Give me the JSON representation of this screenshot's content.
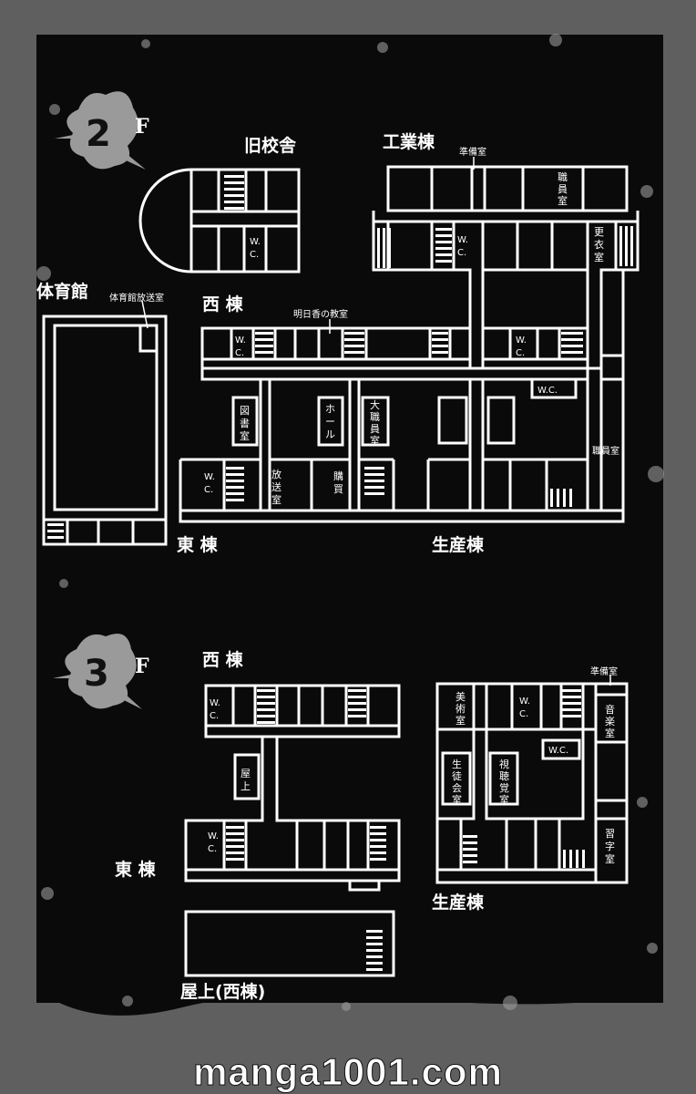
{
  "floor2": {
    "floor_number": "2",
    "floor_letter": "F",
    "buildings": {
      "old_school": "旧校舎",
      "industry": "工業棟",
      "gym": "体育館",
      "west": "西 棟",
      "east": "東 棟",
      "production": "生産棟"
    },
    "rooms": {
      "prep_room": "準備室",
      "staff_room": "職員室",
      "staff_room_v1": "職",
      "staff_room_v2": "員",
      "staff_room_v3": "室",
      "changing_v1": "更",
      "changing_v2": "衣",
      "changing_v3": "室",
      "gym_broadcast": "体育館放送室",
      "asuka_classroom": "明日香の教室",
      "library_v1": "図",
      "library_v2": "書",
      "library_v3": "室",
      "hall_v1": "ホ",
      "hall_v2": "ー",
      "hall_v3": "ル",
      "big_staff_v1": "大",
      "big_staff_v2": "職",
      "big_staff_v3": "員",
      "big_staff_v4": "室",
      "broadcast_v1": "放",
      "broadcast_v2": "送",
      "broadcast_v3": "室",
      "shop_v1": "購",
      "shop_v2": "買",
      "wc": "W.C.",
      "wc_v1": "W.",
      "wc_v2": "C."
    }
  },
  "floor3": {
    "floor_number": "3",
    "floor_letter": "F",
    "buildings": {
      "west": "西 棟",
      "east": "東 棟",
      "production": "生産棟",
      "rooftop_west": "屋上(西棟)"
    },
    "rooms": {
      "prep_room": "準備室",
      "art_v1": "美",
      "art_v2": "術",
      "art_v3": "室",
      "music_v1": "音",
      "music_v2": "楽",
      "music_v3": "室",
      "student_v1": "生",
      "student_v2": "徒",
      "student_v3": "会",
      "student_v4": "室",
      "av_v1": "視",
      "av_v2": "聴",
      "av_v3": "覚",
      "av_v4": "室",
      "calligraphy_v1": "習",
      "calligraphy_v2": "字",
      "calligraphy_v3": "室",
      "rooftop_v1": "屋",
      "rooftop_v2": "上",
      "wc": "W.C.",
      "wc_v1": "W.",
      "wc_v2": "C."
    }
  },
  "watermark": "manga1001.com",
  "colors": {
    "background": "#0a0a0a",
    "line": "#ffffff",
    "grunge": "#7a7a7a",
    "splat": "#9a9a9a"
  }
}
